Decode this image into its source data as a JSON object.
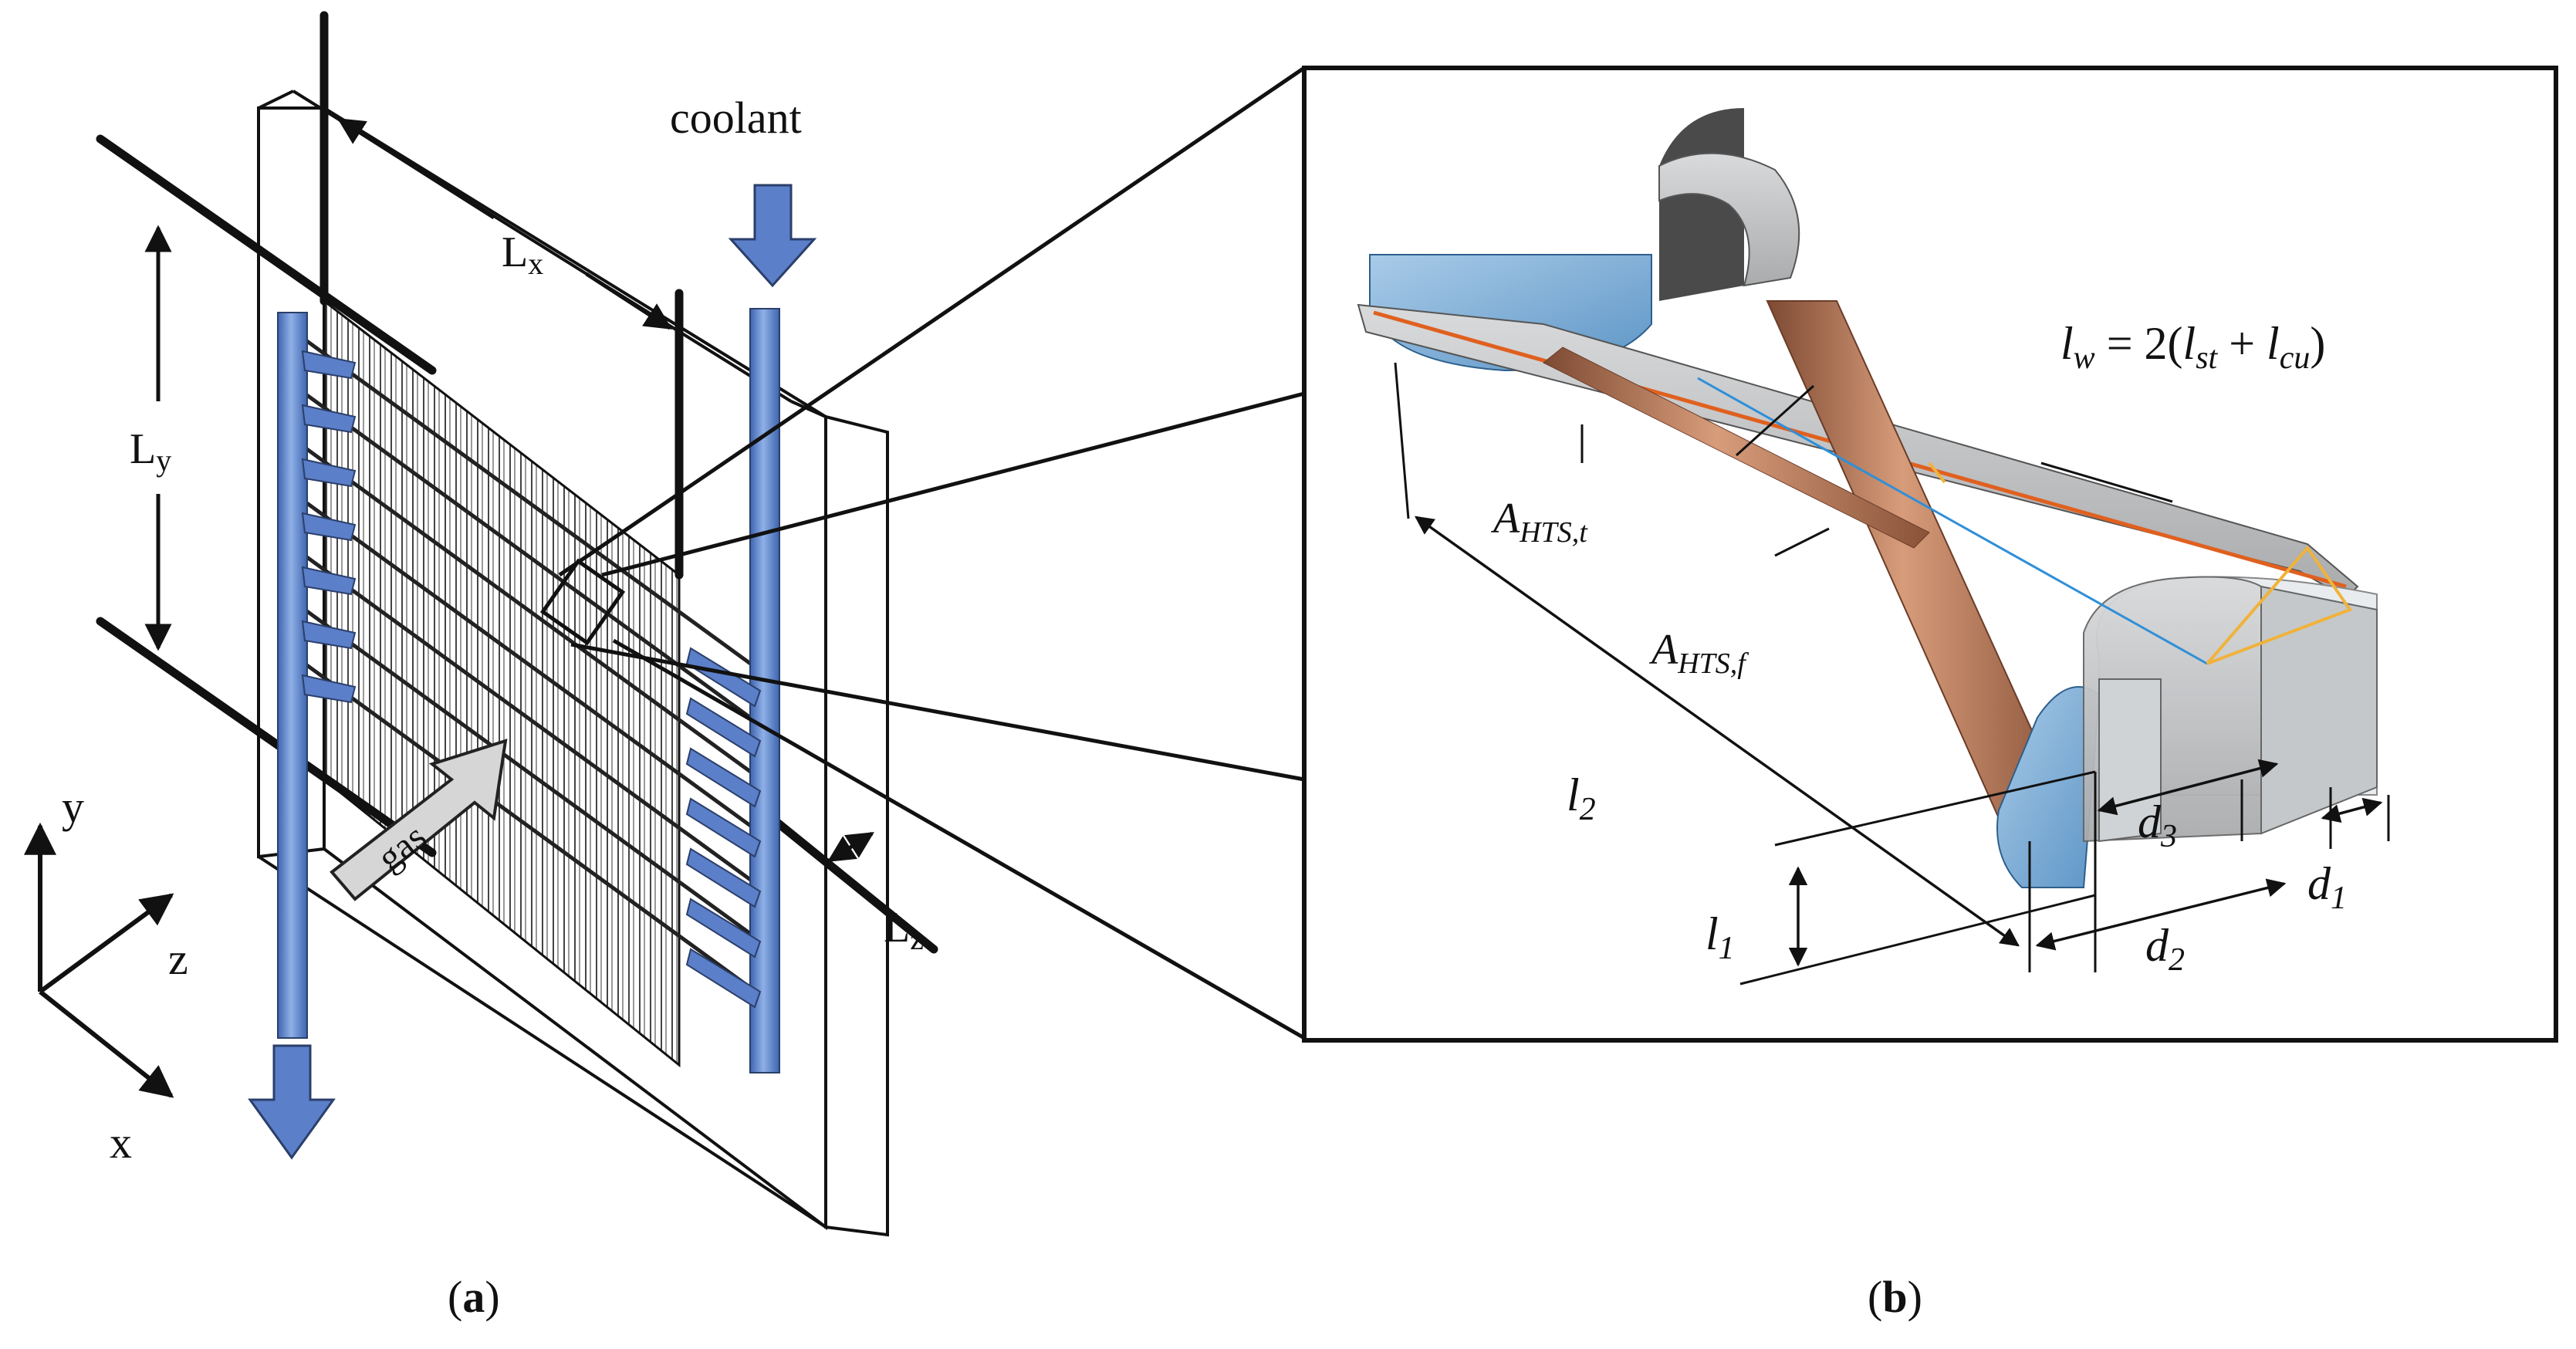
{
  "panel_a": {
    "caption_open": "(",
    "caption_letter": "a",
    "caption_close": ")",
    "label_coolant": "coolant",
    "label_gas": "gas",
    "label_lx": "L",
    "label_lx_sub": "x",
    "label_ly": "L",
    "label_ly_sub": "y",
    "label_lz": "L",
    "label_lz_sub": "z",
    "axis_y": "y",
    "axis_z": "z",
    "axis_x": "x"
  },
  "panel_b": {
    "caption_open": "(",
    "caption_letter": "b",
    "caption_close": ")",
    "eq_lw": "l",
    "eq_lw_sub": "w",
    "eq_rhs_a": " = 2(",
    "eq_lst": "l",
    "eq_lst_sub": "st",
    "eq_plus": " + ",
    "eq_lcu": "l",
    "eq_lcu_sub": "cu",
    "eq_rhs_b": ")",
    "a_hts_t": "A",
    "a_hts_t_sub": "HTS,t",
    "a_hts_f": "A",
    "a_hts_f_sub": "HTS,f",
    "l2": "l",
    "l2_sub": "2",
    "l1": "l",
    "l1_sub": "1",
    "d1": "d",
    "d1_sub": "1",
    "d2": "d",
    "d2_sub": "2",
    "d3": "d",
    "d3_sub": "3"
  },
  "colors": {
    "coolant_blue": "#5b7fc9",
    "tube_blue": "#7fa9d6",
    "copper": "#b97a5a",
    "steel": "#c9cbcc",
    "orange_line": "#e0601f",
    "yellow_line": "#f0b23a",
    "cyan_line": "#2f8fd8"
  }
}
